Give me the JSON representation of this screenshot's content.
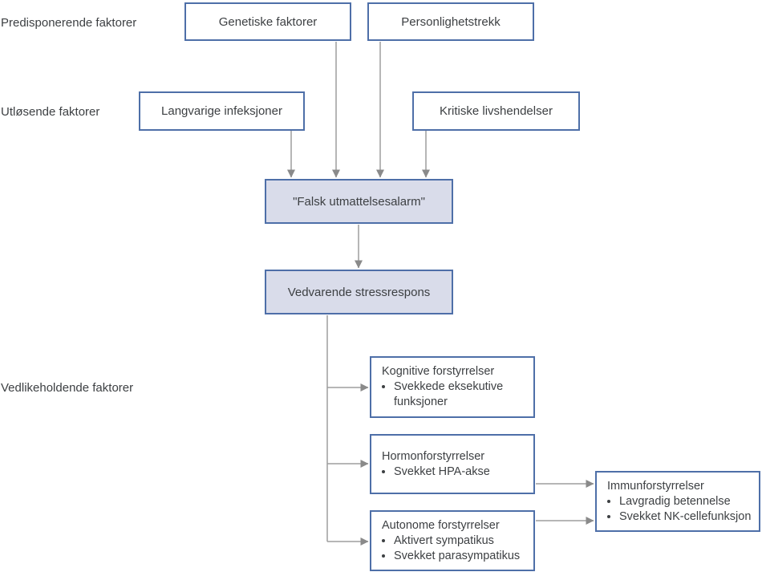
{
  "row_labels": {
    "predisposing": "Predisponerende faktorer",
    "triggering": "Utløsende faktorer",
    "maintaining": "Vedlikeholdende faktorer"
  },
  "boxes": {
    "genetic": {
      "label": "Genetiske faktorer"
    },
    "personality": {
      "label": "Personlighetstrekk"
    },
    "infections": {
      "label": "Langvarige infeksjoner"
    },
    "life_events": {
      "label": "Kritiske livshendelser"
    },
    "false_alarm": {
      "label": "\"Falsk utmattelsesalarm\""
    },
    "stress_response": {
      "label": "Vedvarende stressrespons"
    },
    "cognitive": {
      "title": "Kognitive forstyrrelser",
      "bullets": [
        "Svekkede eksekutive funksjoner"
      ]
    },
    "hormonal": {
      "title": "Hormonforstyrrelser",
      "bullets": [
        "Svekket HPA-akse"
      ]
    },
    "autonomic": {
      "title": "Autonome forstyrrelser",
      "bullets": [
        "Aktivert sympatikus",
        "Svekket parasympatikus"
      ]
    },
    "immune": {
      "title": "Immunforstyrrelser",
      "bullets": [
        "Lavgradig betennelse",
        "Svekket NK-cellefunksjon"
      ]
    }
  },
  "colors": {
    "box_border": "#4e6fa8",
    "box_fill": "#ffffff",
    "box_fill_highlight": "#d9dcea",
    "arrow_line": "#9d9d9d",
    "arrow_head": "#8a8a8a",
    "text": "#3d4043"
  }
}
